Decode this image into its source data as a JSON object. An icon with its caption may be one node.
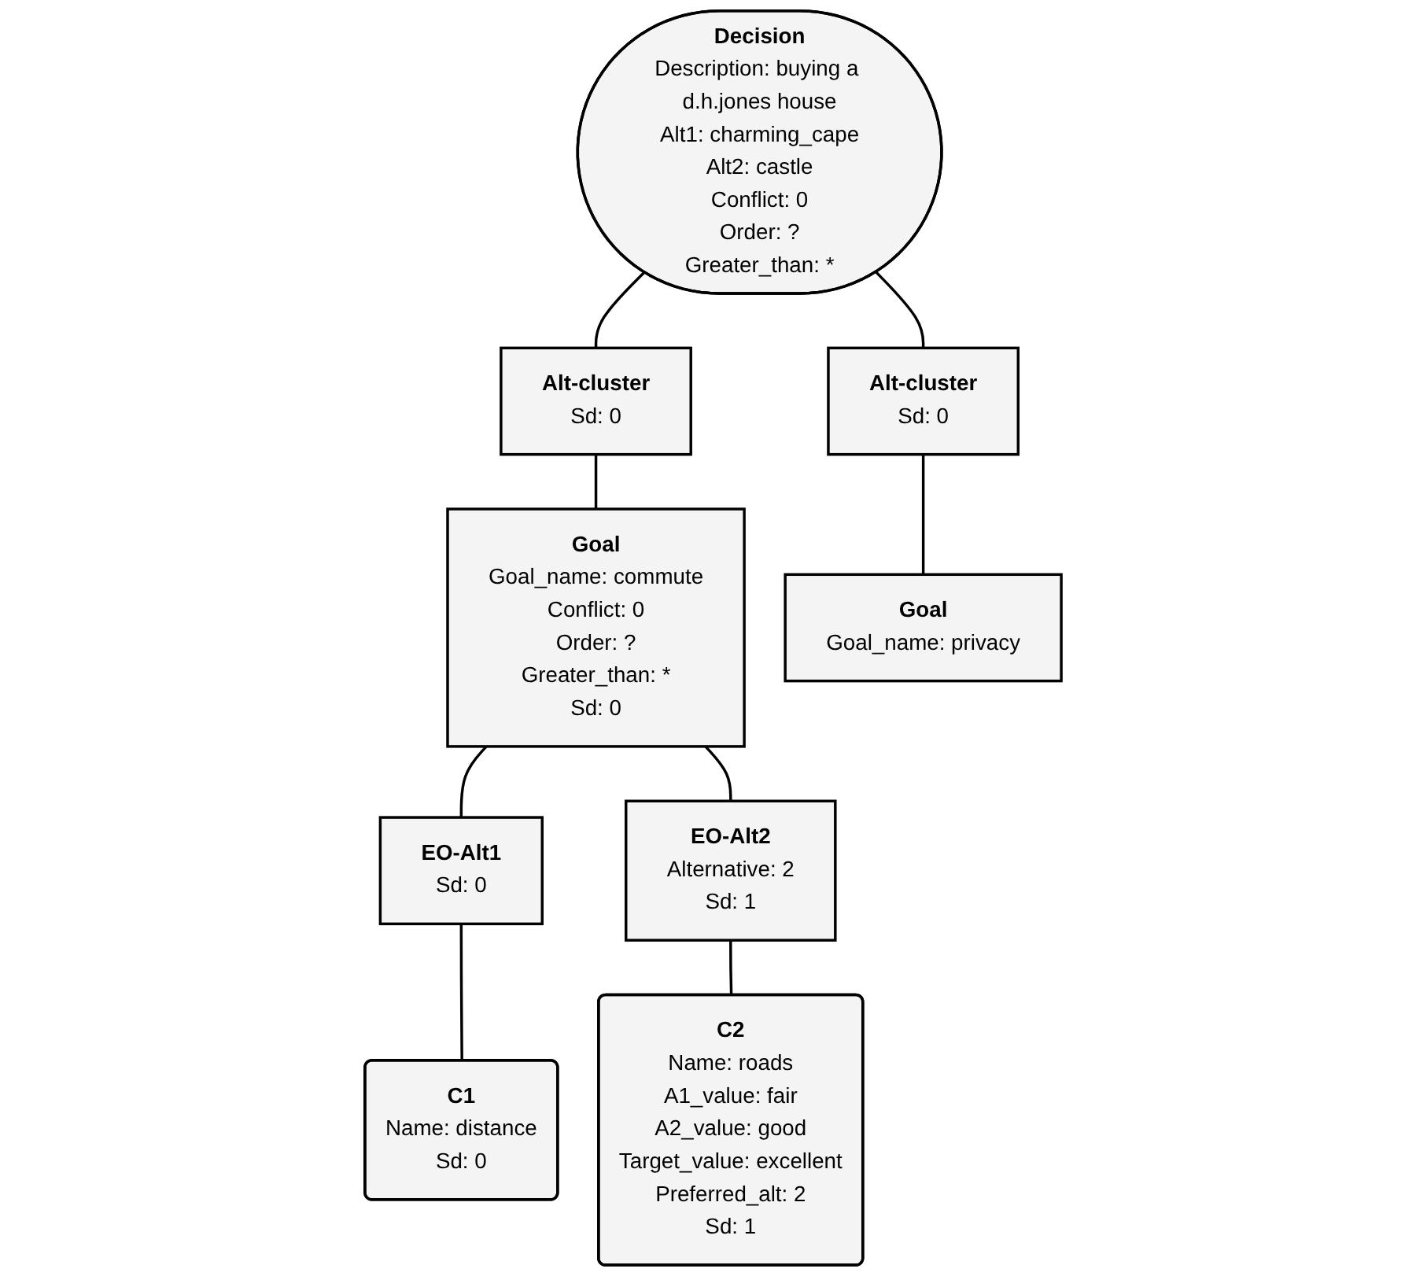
{
  "diagram": {
    "nodes": [
      {
        "text": [
          "Decision",
          "Description: buying a d.h.jones house",
          "Alt1: charming_cape",
          "Alt2: castle",
          "Conflict: 0",
          "Order: ?",
          "Greater_than: *"
        ]
      },
      {
        "text": [
          "Alt-cluster",
          "Sd: 0"
        ]
      },
      {
        "text": [
          "Alt-cluster",
          "Sd: 0"
        ]
      },
      {
        "text": [
          "Goal",
          "Goal_name: commute",
          "Conflict: 0",
          "Order: ?",
          "Greater_than: *",
          "Sd: 0"
        ]
      },
      {
        "text": [
          "Goal",
          "Goal_name: privacy"
        ]
      },
      {
        "text": [
          "EO-Alt1",
          "Sd: 0"
        ]
      },
      {
        "text": [
          "EO-Alt2",
          "Alternative: 2",
          "Sd: 1"
        ]
      },
      {
        "text": [
          "C1",
          "Name: distance",
          "Sd: 0"
        ]
      },
      {
        "text": [
          "C2",
          "Name: roads",
          "A1_value: fair",
          "A2_value: good",
          "Target_value: excellent",
          "Preferred_alt: 2",
          "Sd: 1"
        ]
      }
    ],
    "edges": [
      {
        "from": 0,
        "to": 1,
        "arrow": "none"
      },
      {
        "from": 0,
        "to": 2,
        "arrow": "none"
      },
      {
        "from": 1,
        "to": 3,
        "arrow": "none"
      },
      {
        "from": 2,
        "to": 4,
        "arrow": "none"
      },
      {
        "from": 3,
        "to": 5,
        "arrow": "none"
      },
      {
        "from": 3,
        "to": 6,
        "arrow": "none"
      },
      {
        "from": 5,
        "to": 7,
        "arrow": "none"
      },
      {
        "from": 6,
        "to": 8,
        "arrow": "none"
      }
    ]
  }
}
